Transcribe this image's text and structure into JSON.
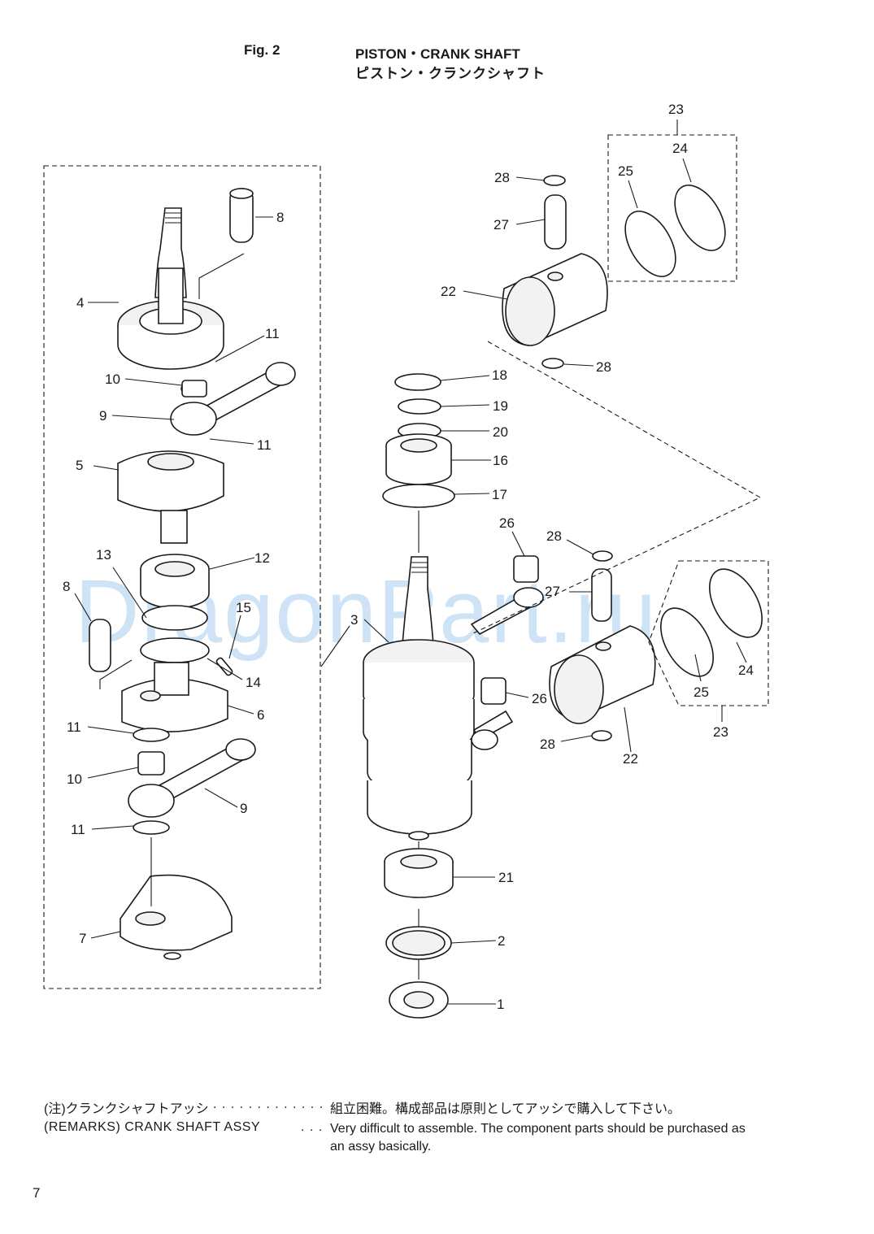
{
  "header": {
    "fig_label": "Fig. 2",
    "title_en": "PISTON・CRANK SHAFT",
    "title_jp": "ピストン・クランクシャフト"
  },
  "watermark": "DragonPart.ru",
  "callouts": [
    "1",
    "2",
    "3",
    "4",
    "5",
    "6",
    "7",
    "8",
    "8",
    "9",
    "9",
    "10",
    "10",
    "11",
    "11",
    "11",
    "11",
    "12",
    "13",
    "14",
    "15",
    "16",
    "17",
    "18",
    "19",
    "20",
    "21",
    "22",
    "22",
    "23",
    "23",
    "24",
    "24",
    "25",
    "25",
    "26",
    "26",
    "27",
    "27",
    "28",
    "28",
    "28",
    "28"
  ],
  "remarks": {
    "jp_label": "(注)クランクシャフトアッシ",
    "jp_dots": ". . . . . . . . . . . . .",
    "jp_text": "組立困難。構成部品は原則としてアッシで購入して下さい。",
    "en_label": "(REMARKS) CRANK SHAFT ASSY",
    "en_dots": ". . .",
    "en_text": "Very difficult to assemble. The component parts should be purchased as an assy basically."
  },
  "page_number": "7"
}
